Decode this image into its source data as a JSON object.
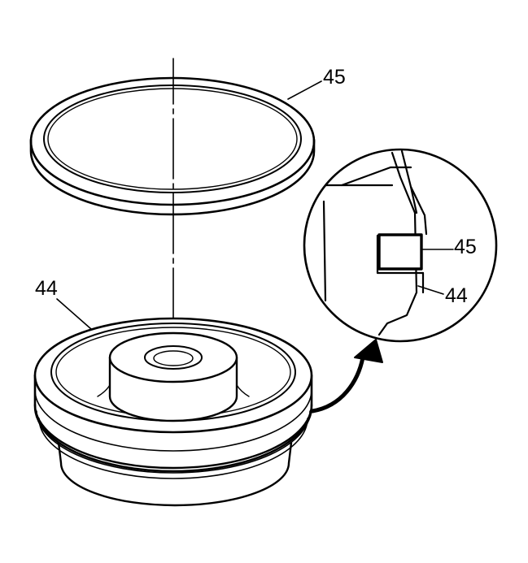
{
  "callouts": {
    "seal_label": "45",
    "piston_label": "44",
    "detail_seal_label": "45",
    "detail_piston_label": "44"
  },
  "colors": {
    "stroke": "#000000",
    "fill": "#ffffff"
  }
}
